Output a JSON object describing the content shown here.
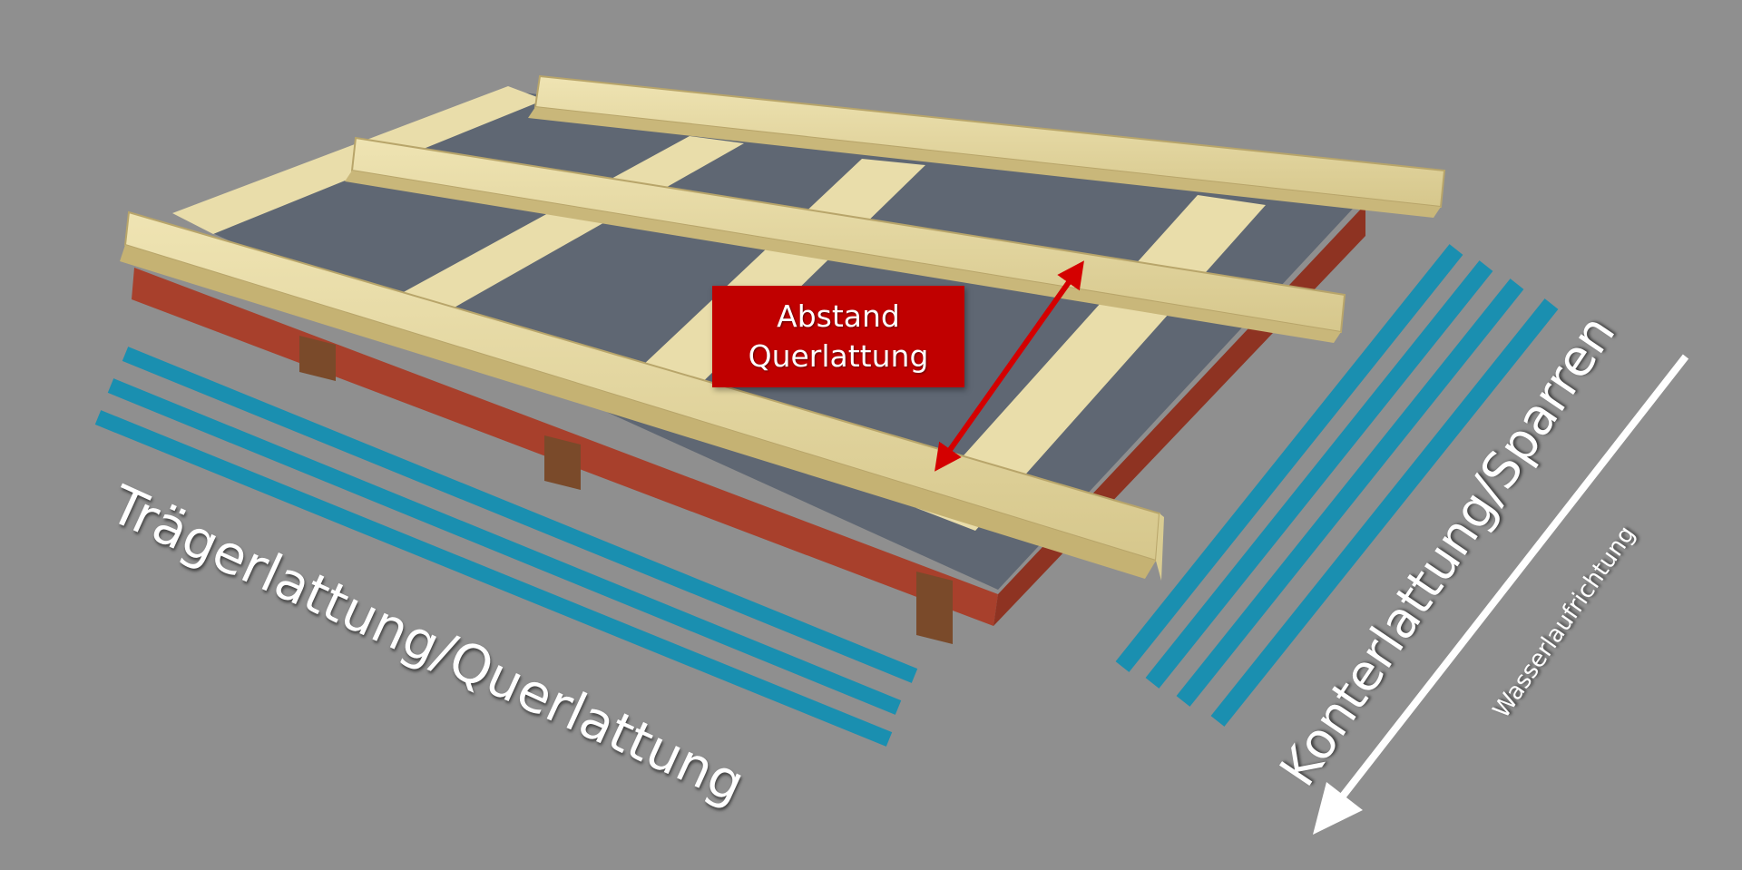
{
  "labels": {
    "traegerlattung": "Trägerlattung/Querlattung",
    "konterlattung": "Konterlattung/Sparren",
    "wasserlauf": "Wasserlaufrichtung"
  },
  "callout": {
    "line1": "Abstand",
    "line2": "Querlattung"
  },
  "colors": {
    "background": "#8f8f8f",
    "stripe_blue": "#1a8fb0",
    "callout_red": "#c00000",
    "arrow_red": "#d40000",
    "arrow_white": "#ffffff",
    "batten_wood": "#e6d9a4",
    "frame_red": "#a8402c",
    "glass": "#5f6773"
  }
}
